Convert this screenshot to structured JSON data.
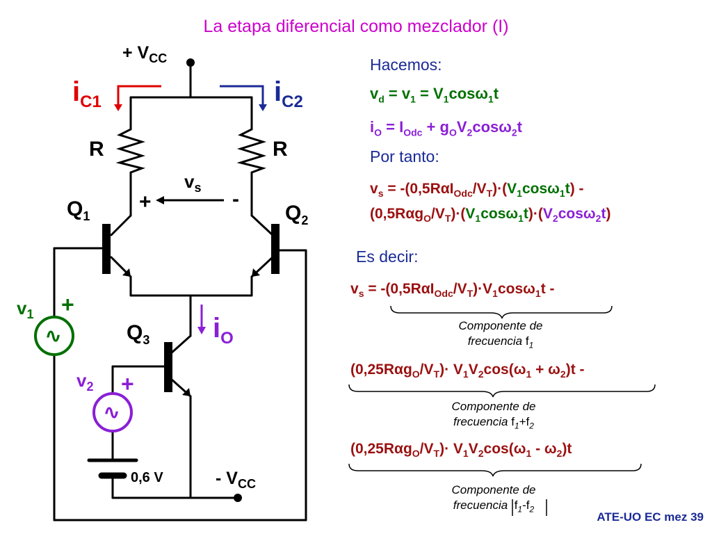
{
  "title": "La etapa diferencial como mezclador (I)",
  "circuit": {
    "vcc_pos": "+ V",
    "vcc_pos_sub": "CC",
    "vcc_neg": "- V",
    "vcc_neg_sub": "CC",
    "ic1": "i",
    "ic1_sub": "C1",
    "ic2": "i",
    "ic2_sub": "C2",
    "r_left": "R",
    "r_right": "R",
    "vs": "v",
    "vs_sub": "s",
    "plus": "+",
    "minus": "-",
    "q1": "Q",
    "q1_sub": "1",
    "q2": "Q",
    "q2_sub": "2",
    "q3": "Q",
    "q3_sub": "3",
    "io": "i",
    "io_sub": "O",
    "v1": "v",
    "v1_sub": "1",
    "v1_plus": "+",
    "v2": "v",
    "v2_sub": "2",
    "v2_plus": "+",
    "battery": "0,6 V",
    "ac_symbol": "∿",
    "colors": {
      "ic1": "#e00000",
      "ic2": "#1a2a96",
      "io": "#8a1fd6",
      "v1_source": "#007000",
      "v2_source": "#8a1fd6"
    }
  },
  "text": {
    "hacemos": "Hacemos:",
    "por_tanto": "Por tanto:",
    "es_decir": "Es decir:",
    "comp1_a": "Componente de",
    "comp1_b": "frecuencia",
    "comp1_f": "f",
    "comp1_fs": "1",
    "comp2_a": "Componente de",
    "comp2_b": "frecuencia",
    "comp2_f": "f",
    "comp2_fs1": "1",
    "comp2_plus": "+f",
    "comp2_fs2": "2",
    "comp3_a": "Componente de",
    "comp3_b": "frecuencia",
    "comp3_f": "f",
    "comp3_fs1": "1",
    "comp3_minus": "-f",
    "comp3_fs2": "2"
  },
  "footer": "ATE-UO EC mez  39"
}
